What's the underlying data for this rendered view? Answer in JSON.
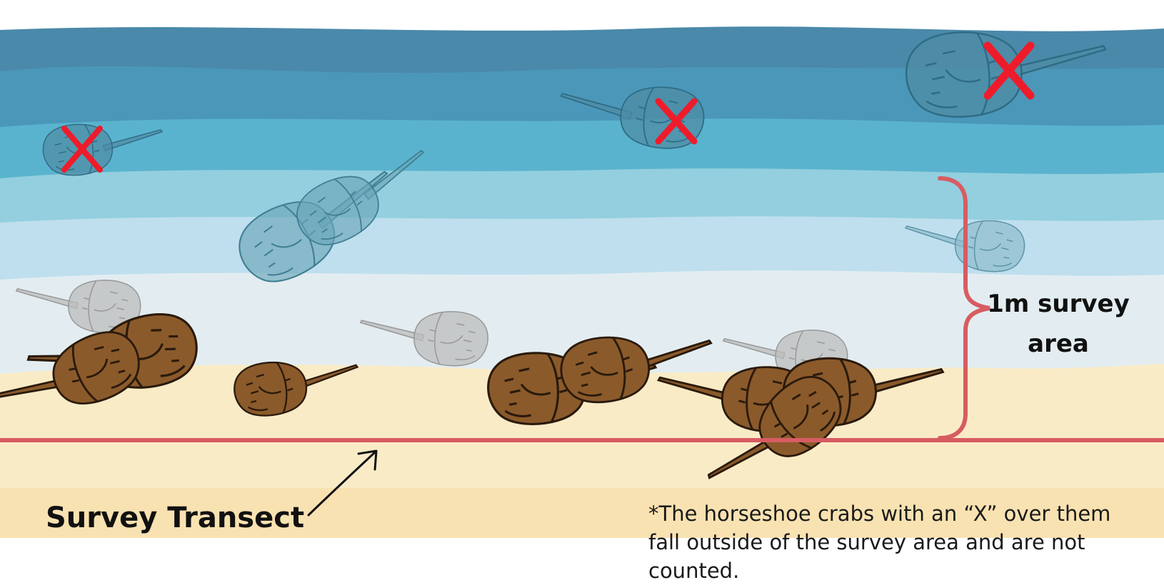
{
  "labels": {
    "survey_area": "1m survey area",
    "transect": "Survey Transect",
    "note": "*The horseshoe crabs with an “X” over them fall outside of the survey area and are not counted."
  },
  "colors": {
    "water_bands": [
      "#4a89aa",
      "#4a97b9",
      "#5ab3ce",
      "#93cfde",
      "#bfdfee",
      "#e3edf1"
    ],
    "sand": "#faebc7",
    "sand_dark": "#f9e2b1",
    "transect_line": "#d75c62",
    "cross": "#ee1c2b",
    "crab_brown": "#8b5a2b",
    "crab_gray": "#bcbcbc",
    "crab_submerged": "#4f8ca4"
  },
  "crabs": [
    {
      "id": "crab-1",
      "counted": false,
      "style": "submerged"
    },
    {
      "id": "crab-2",
      "counted": false,
      "style": "submerged"
    },
    {
      "id": "crab-3",
      "counted": false,
      "style": "submerged"
    },
    {
      "id": "crab-4",
      "counted": true,
      "style": "submerged"
    },
    {
      "id": "crab-5",
      "counted": true,
      "style": "submerged"
    },
    {
      "id": "crab-6",
      "counted": true,
      "style": "submerged"
    },
    {
      "id": "crab-7",
      "counted": true,
      "style": "gray"
    },
    {
      "id": "crab-8",
      "counted": true,
      "style": "gray"
    },
    {
      "id": "crab-9",
      "counted": true,
      "style": "gray"
    },
    {
      "id": "crab-10",
      "counted": true,
      "style": "brown"
    },
    {
      "id": "crab-11",
      "counted": true,
      "style": "brown"
    },
    {
      "id": "crab-12",
      "counted": true,
      "style": "brown"
    },
    {
      "id": "crab-13",
      "counted": true,
      "style": "brown"
    },
    {
      "id": "crab-14",
      "counted": true,
      "style": "brown"
    },
    {
      "id": "crab-15",
      "counted": true,
      "style": "brown"
    },
    {
      "id": "crab-16",
      "counted": true,
      "style": "brown"
    },
    {
      "id": "crab-17",
      "counted": true,
      "style": "brown"
    }
  ]
}
